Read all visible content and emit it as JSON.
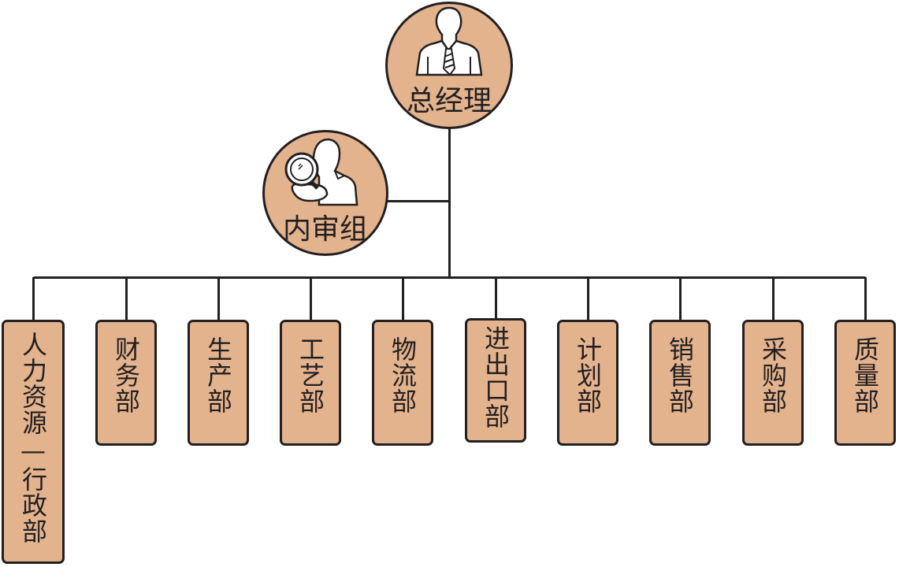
{
  "colors": {
    "fill": "#e3b38e",
    "stroke": "#231f20"
  },
  "root": {
    "label": "总经理",
    "icon": "manager-icon"
  },
  "audit": {
    "label": "内审组",
    "icon": "auditor-magnifier-icon"
  },
  "departments": [
    {
      "label": "人力资源—行政部"
    },
    {
      "label": "财务部"
    },
    {
      "label": "生产部"
    },
    {
      "label": "工艺部"
    },
    {
      "label": "物流部"
    },
    {
      "label": "进出口部"
    },
    {
      "label": "计划部"
    },
    {
      "label": "销售部"
    },
    {
      "label": "采购部"
    },
    {
      "label": "质量部"
    }
  ]
}
